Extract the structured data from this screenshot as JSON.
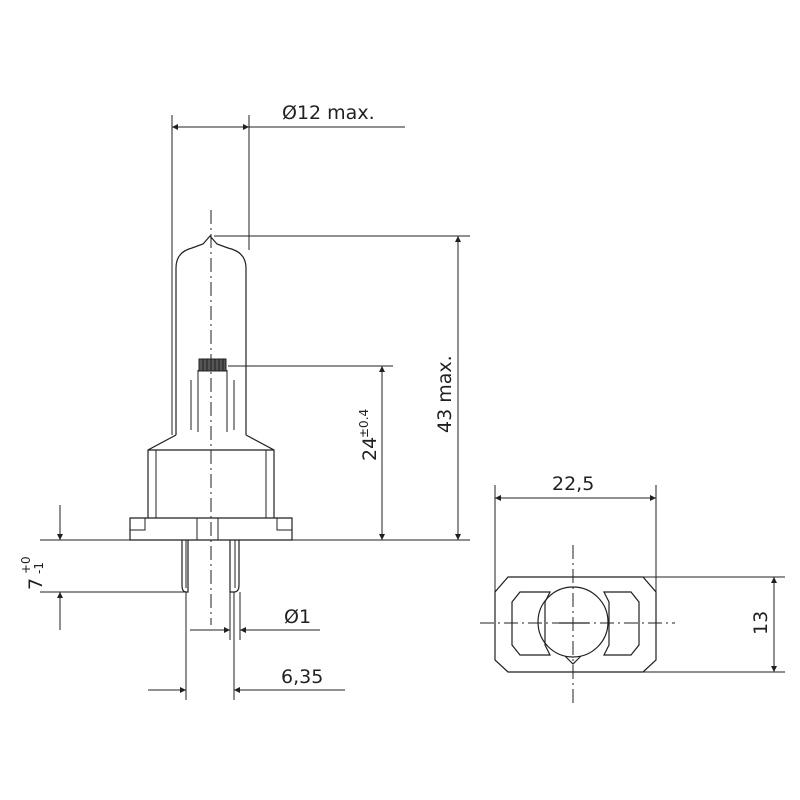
{
  "dimensions": {
    "diameter_max": "Ø12 max.",
    "height_max": "43 max.",
    "light_center_height": "24",
    "light_center_tolerance": "±0.4",
    "pin_length": "7",
    "pin_tol_plus": "+0",
    "pin_tol_minus": "-1",
    "pin_diameter": "Ø1",
    "pin_spacing": "6,35",
    "base_width": "22,5",
    "base_depth": "13"
  }
}
